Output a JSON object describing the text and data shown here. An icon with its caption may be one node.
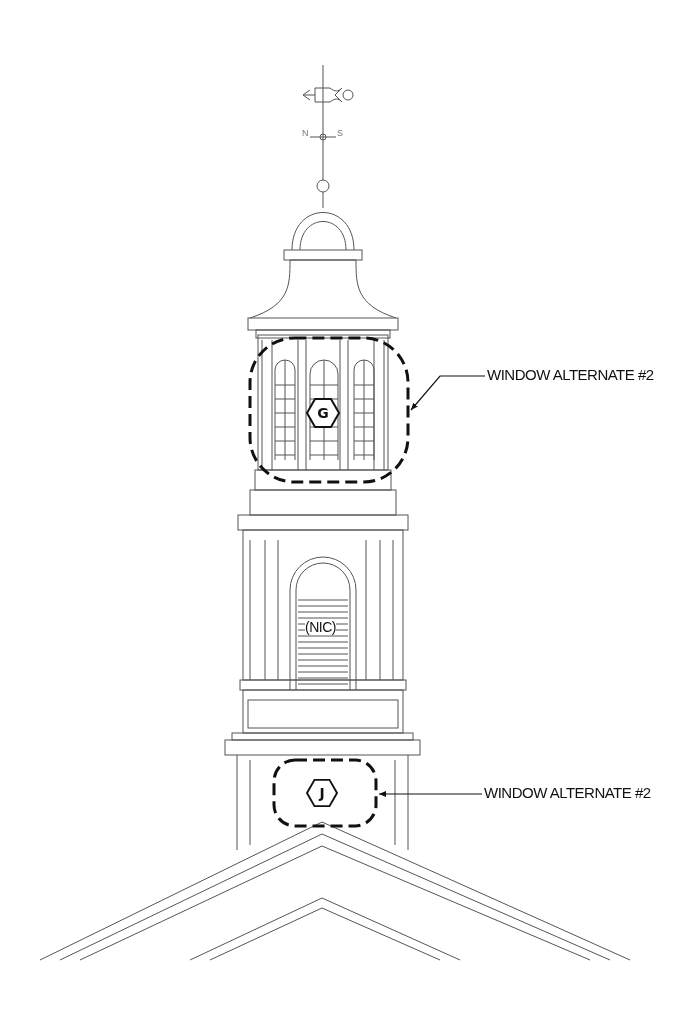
{
  "diagram": {
    "nodes": [
      {
        "text": [
          "WINDOW ALTERNATE #2"
        ]
      },
      {
        "text": [],
        "shape": "box"
      },
      {
        "text": [
          "G"
        ],
        "in": 1
      },
      {
        "text": [
          "WINDOW ALTERNATE #2"
        ]
      },
      {
        "text": [],
        "shape": "box"
      },
      {
        "text": [
          "J"
        ],
        "in": 4
      }
    ],
    "edges": [
      {
        "from": 0,
        "to": 1,
        "arrow": "to"
      },
      {
        "from": 3,
        "to": 4,
        "arrow": "to"
      }
    ],
    "labels": [
      "N",
      "S",
      "(NIC)"
    ]
  }
}
